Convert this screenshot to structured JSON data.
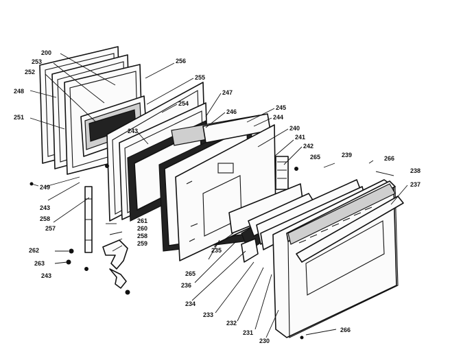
{
  "diagram": {
    "callouts": {
      "c200": "200",
      "c253": "253",
      "c252": "252",
      "c248": "248",
      "c251": "251",
      "c256": "256",
      "c255": "255",
      "c254": "254",
      "c247": "247",
      "c246": "246",
      "c245": "245",
      "c244": "244",
      "c240": "240",
      "c241": "241",
      "c242": "242",
      "c243a": "243",
      "c265": "265",
      "c239": "239",
      "c266a": "266",
      "c238": "238",
      "c237": "237",
      "c249": "249",
      "c243b": "243",
      "c258a": "258",
      "c257": "257",
      "c261": "261",
      "c260": "260",
      "c258b": "258",
      "c259": "259",
      "c262": "262",
      "c263": "263",
      "c243c": "243",
      "c265b": "265",
      "c235": "235",
      "c236": "236",
      "c234": "234",
      "c233": "233",
      "c232": "232",
      "c231": "231",
      "c230": "230",
      "c266b": "266"
    }
  }
}
